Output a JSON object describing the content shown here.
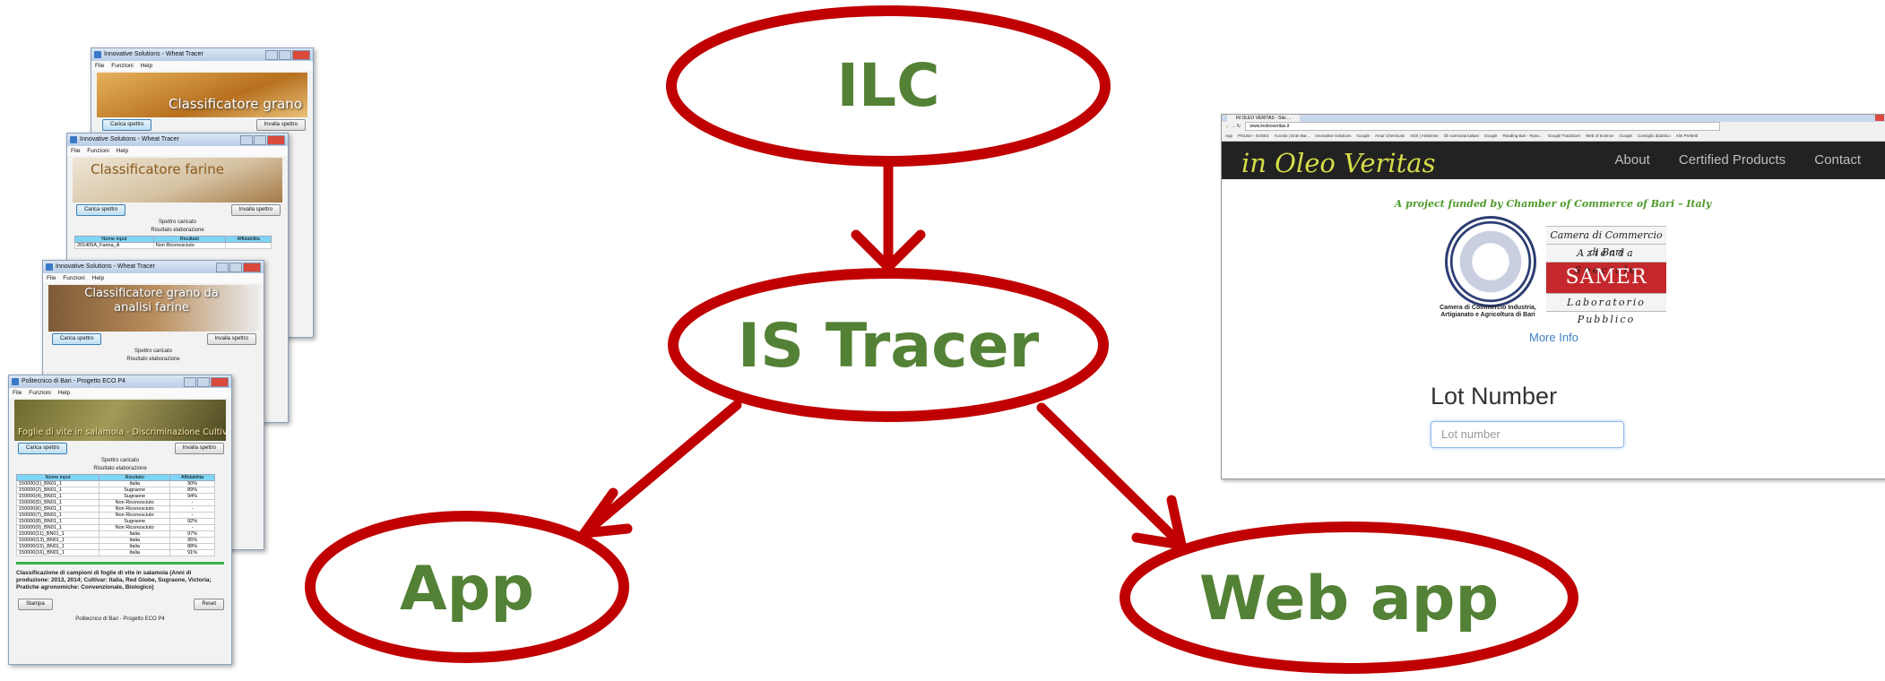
{
  "diagram": {
    "nodes": {
      "ilc": "ILC",
      "is_tracer": "IS Tracer",
      "app": "App",
      "web_app": "Web app"
    },
    "colors": {
      "ellipse_stroke": "#c00000",
      "label": "#538135",
      "arrow": "#c00000"
    }
  },
  "windows": {
    "w1": {
      "title": "Innovative Solutions - Wheat Tracer",
      "menu": [
        "File",
        "Funzioni",
        "Help"
      ],
      "banner": "Classificatore grano",
      "btn_load": "Carica spettro",
      "btn_send": "Invalla spettro"
    },
    "w2": {
      "title": "Innovative Solutions - Wheat Tracer",
      "menu": [
        "File",
        "Funzioni",
        "Help"
      ],
      "banner": "Classificatore farine",
      "btn_load": "Carica spettro",
      "btn_send": "Invalla spettro",
      "status1": "Spettro caricato",
      "status2": "Risultato elaborazione",
      "headers": [
        "Nome input",
        "Risultato",
        "Affidabilita"
      ],
      "row": [
        "201405A_Farina_A",
        "Non Riconosciuto",
        ""
      ]
    },
    "w3": {
      "title": "Innovative Solutions - Wheat Tracer",
      "menu": [
        "File",
        "Funzioni",
        "Help"
      ],
      "banner": "Classificatore grano da analisi farine",
      "btn_load": "Carica spettro",
      "btn_send": "Invalla spettro",
      "status1": "Spettro caricato",
      "status2": "Risultato elaborazione"
    },
    "w4": {
      "title": "Politecnico di Bari - Progetto ECO P4",
      "menu": [
        "File",
        "Funzioni",
        "Help"
      ],
      "banner": "Foglie di vite in salamoia - Discriminazione Cultivar",
      "btn_load": "Carica spettro",
      "btn_send": "Invalla spettro",
      "status1": "Spettro caricato",
      "status2": "Risultato elaborazione",
      "headers": [
        "Nome input",
        "Risultato",
        "Affidabilita"
      ],
      "rows": [
        [
          "150000(1)_BN01_1",
          "Italia",
          "90%"
        ],
        [
          "150000(2)_BN01_1",
          "Sugraone",
          "89%"
        ],
        [
          "150000(4)_BN01_1",
          "Sugraone",
          "94%"
        ],
        [
          "150000(5)_BN01_1",
          "Non Riconosciuto",
          "-"
        ],
        [
          "150000(6)_BN01_1",
          "Non Riconosciuto",
          "-"
        ],
        [
          "150000(7)_BN01_1",
          "Non Riconosciuto",
          "-"
        ],
        [
          "150000(8)_BN01_1",
          "Sugraone",
          "92%"
        ],
        [
          "150000(9)_BN01_1",
          "Non Riconosciuto",
          "-"
        ],
        [
          "150000(11)_BN01_1",
          "Italia",
          "97%"
        ],
        [
          "150000(13)_BN01_1",
          "Italia",
          "95%"
        ],
        [
          "150000(15)_BN01_1",
          "Italia",
          "88%"
        ],
        [
          "150000(16)_BN01_1",
          "Italia",
          "91%"
        ]
      ],
      "description": "Classificazione di campioni di foglie di vite in salamoia (Anni di produzione: 2013, 2014; Cultivar: Italia, Red Globe, Sugraone, Victoria; Pratiche agronomiche: Convenzionale, Biologico)",
      "btn_print": "Stampa",
      "btn_reset": "Reset",
      "footer": "Politecnico di Bari - Progetto ECO P4"
    }
  },
  "browser": {
    "tab": "IN OLEO VERITAS - Sito ...",
    "url": "www.inoleoveritas.it",
    "bookmarks": [
      "App",
      "POLIBA - ESSE3",
      "Accedo | Ente Bar...",
      "Innovative Solutions",
      "Google",
      "Amar Chemicals",
      "ADS | Ambiente",
      "Gli scienziati italiani",
      "Google",
      "Reading Bari - Ryan...",
      "Google Traduttore",
      "Web of Science",
      "Google",
      "Consiglio didattico",
      "Altri Preferiti"
    ],
    "brand": "in Oleo Veritas",
    "nav": [
      "About",
      "Certified Products",
      "Contact"
    ],
    "funded": "A project funded by Chamber of Commerce of Bari – Italy",
    "seal_caption": "Camera di Commercio Industria, Artigianato e Agricoltura di Bari",
    "samer_lines": [
      "Camera di Commercio di Bari",
      "Azienda Speciale",
      "SAMER",
      "Laboratorio Pubblico"
    ],
    "more_info": "More Info",
    "lot_label": "Lot Number",
    "lot_placeholder": "Lot number"
  }
}
